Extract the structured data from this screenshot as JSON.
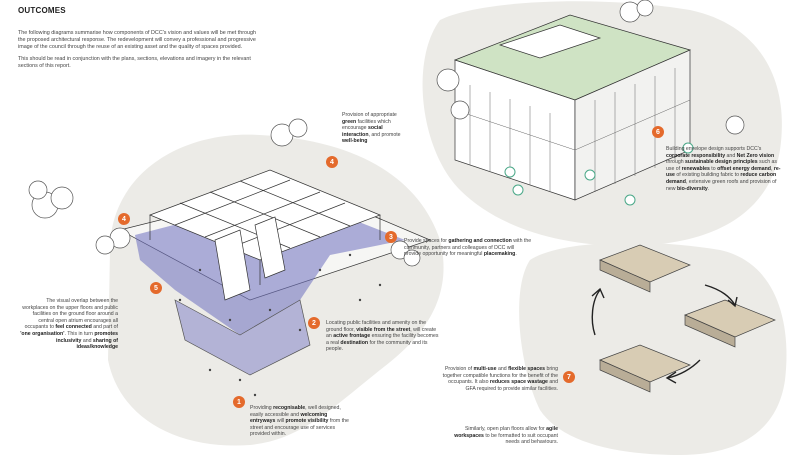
{
  "heading": "OUTCOMES",
  "intro": {
    "p1": "The following diagrams summarise how components of DCC's vision and values will be met through the proposed architectural response. The redevelopment will convey a professional and progressive image of the council through the reuse of an existing asset and the quality of spaces provided.",
    "p2": "This should be read in conjunction with the plans, sections, elevations and imagery in the relevant sections of this report."
  },
  "markers": [
    "1",
    "2",
    "3",
    "4",
    "5",
    "6",
    "7"
  ],
  "notes": {
    "n4": {
      "a": "Provision of appropriate ",
      "b": "green",
      "c": " facilities which encourage ",
      "d": "social interaction",
      "e": ", and promote ",
      "f": "well-being"
    },
    "n3": {
      "a": "Provide spaces for ",
      "b": "gathering and connection",
      "c": " with the community, partners and colleagues of DCC will provide opportunity for meaningful ",
      "d": "placemaking",
      "e": "."
    },
    "n5": {
      "a": "The visual overlap between the workplaces on the upper floors and public facilities on the ground floor around a central open atrium encourages all occupants to ",
      "b": "feel connected",
      "c": " and part of ",
      "d": "'one organisation'",
      "e": ". This in turn ",
      "f": "promotes inclusivity",
      "g": " and ",
      "h": "sharing of ideas/knowledge"
    },
    "n2": {
      "a": "Locating public facilities and amenity on the ground floor, ",
      "b": "visible from the street",
      "c": ", will create an ",
      "d": "active frontage",
      "e": " ensuring the facility becomes a real ",
      "f": "destination",
      "g": " for the community and its people."
    },
    "n1": {
      "a": "Providing ",
      "b": "recognisable",
      "c": ", well designed, easily accessible and ",
      "d": "welcoming entryways",
      "e": " will ",
      "f": "promote visibility",
      "g": " from the street and encourage use of services provided within."
    },
    "n6": {
      "a": "Building envelope design supports DCC's ",
      "b": "corporate responsibility",
      "c": " and ",
      "d": "Net Zero vision",
      "e": " through ",
      "f": "sustainable design principles",
      "g": " such as use of ",
      "h": "renewables",
      "i": " to ",
      "j": "offset energy demand",
      "k": ", ",
      "l": "re-use",
      "m": " of existing building fabric to ",
      "n": "reduce carbon demand",
      "o": ", extensive green roofs and provision of new ",
      "p": "bio-diversity",
      "q": "."
    },
    "n7": {
      "a": "Provision of ",
      "b": "multi-use",
      "c": " and ",
      "d": "flexible spaces",
      "e": " bring together compatible functions for the benefit of the occupants. It also ",
      "f": "reduces space wastage",
      "g": " and GFA required to provide similar facilities."
    },
    "n7b": {
      "a": "Similarly, open plan floors allow for ",
      "b": "agile workspaces",
      "c": " to be formatted to suit occupant needs and behaviours."
    }
  },
  "colors": {
    "accent": "#e46a2c",
    "overlay": "#6e6fc0",
    "blob": "#ecebe7",
    "roof": "#cfe3c4"
  }
}
